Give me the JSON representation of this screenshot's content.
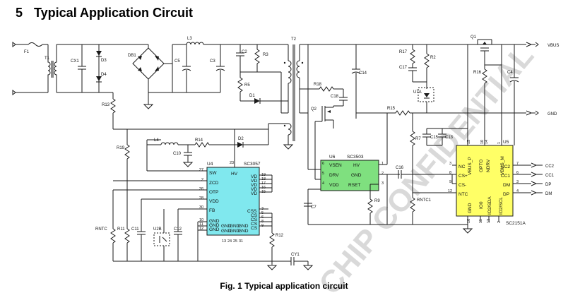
{
  "section": {
    "number": "5",
    "title": "Typical Application Circuit"
  },
  "caption": "Fig. 1 Typical application circuit",
  "watermark": "CHIP CONFIDENTIAL",
  "ports": {
    "vbus": "VBUS",
    "gnd": "GND",
    "cc2": "CC2",
    "cc1": "CC1",
    "dp": "DP",
    "dm": "DM"
  },
  "components": {
    "F1": "F1",
    "T1": "T1",
    "CX1": "CX1",
    "D3": "D3",
    "D4": "D4",
    "DB1": "DB1",
    "L3": "L3",
    "C5": "C5",
    "C3": "C3",
    "C2": "C2",
    "R3": "R3",
    "R5": "R5",
    "D1": "D1",
    "T2": "T2",
    "R13": "R13",
    "R19": "R19",
    "L4": "L4",
    "R14": "R14",
    "C10": "C10",
    "D2": "D2",
    "RNTC": "RNTC",
    "R11": "R11",
    "C11": "C11",
    "U2B": "U2B",
    "C12": "C12",
    "R12": "R12",
    "CY1": "CY1",
    "R18": "R18",
    "C18": "C18",
    "C14": "C14",
    "Q2": "Q2",
    "R15": "R15",
    "C16": "C16",
    "C7": "C7",
    "R9": "R9",
    "R17": "R17",
    "R2": "R2",
    "C17": "C17",
    "U7A": "U7A",
    "Q1": "Q1",
    "R16": "R16",
    "C4": "C4",
    "R7": "R7",
    "C15": "C15",
    "C13": "C13",
    "RNTC1": "RNTC1"
  },
  "ics": {
    "u4": {
      "ref": "U4",
      "part": "SC3057",
      "left_pins": [
        {
          "name": "SW",
          "num": "27"
        },
        {
          "name": "ZCD",
          "num": "2"
        },
        {
          "name": "OTP",
          "num": "26"
        },
        {
          "name": "VDD",
          "num": "28"
        },
        {
          "name": "FB",
          "num": "30"
        },
        {
          "name": "GND",
          "num": "10"
        },
        {
          "name": "GND",
          "num": "11"
        },
        {
          "name": "GND",
          "num": "12"
        }
      ],
      "right_pins": [
        {
          "name": "VD",
          "num": "19"
        },
        {
          "name": "VD",
          "num": "18"
        },
        {
          "name": "VD",
          "num": "17"
        },
        {
          "name": "VD",
          "num": "16"
        },
        {
          "name": "VD",
          "num": "15"
        },
        {
          "name": "CSS",
          "num": "3"
        },
        {
          "name": "CS",
          "num": "5"
        },
        {
          "name": "CS",
          "num": "6"
        },
        {
          "name": "CS",
          "num": "8"
        },
        {
          "name": "CS",
          "num": "9"
        }
      ],
      "top_pin": {
        "name": "HV",
        "num": "23"
      },
      "bottom_gnd": "GND",
      "bottom_pins": [
        "13",
        "24",
        "25",
        "31"
      ]
    },
    "u6": {
      "ref": "U6",
      "part": "SC3503",
      "left_pins": [
        {
          "name": "VSEN",
          "num": "6"
        },
        {
          "name": "DRV",
          "num": "5"
        },
        {
          "name": "VDD",
          "num": "4"
        }
      ],
      "right_pins": [
        {
          "name": "HV",
          "num": "1"
        },
        {
          "name": "GND",
          "num": "2"
        },
        {
          "name": "RSET",
          "num": "3"
        }
      ]
    },
    "u5": {
      "ref": "U5",
      "part": "SC2151A",
      "left_pins": [
        {
          "name": "NC",
          "num": "3"
        },
        {
          "name": "CS+",
          "num": "8"
        },
        {
          "name": "CS-",
          "num": "9"
        },
        {
          "name": "NTC",
          "num": "12"
        }
      ],
      "right_pins": [
        {
          "name": "CC2",
          "num": "7"
        },
        {
          "name": "CC1",
          "num": "6"
        },
        {
          "name": "DM",
          "num": "3"
        },
        {
          "name": "DP",
          "num": "4"
        }
      ],
      "top_pins": [
        {
          "name": "VBUS_P",
          "num": "15"
        },
        {
          "name": "OPTO",
          "num": "10"
        },
        {
          "name": "NDRV",
          "num": "14"
        },
        {
          "name": "VBUS_M",
          "num": "1"
        }
      ],
      "bottom_pins": [
        {
          "name": "GND",
          "num": "16"
        },
        {
          "name": "IO0",
          "num": "11"
        },
        {
          "name": "IO2/SDA",
          "num": "13"
        },
        {
          "name": "IO2/SCL",
          "num": "2"
        }
      ]
    }
  },
  "colors": {
    "u4_fill": "#80e8ee",
    "u6_fill": "#7fe07f",
    "u5_fill": "#ffff66",
    "ink": "#1a1a1a"
  }
}
